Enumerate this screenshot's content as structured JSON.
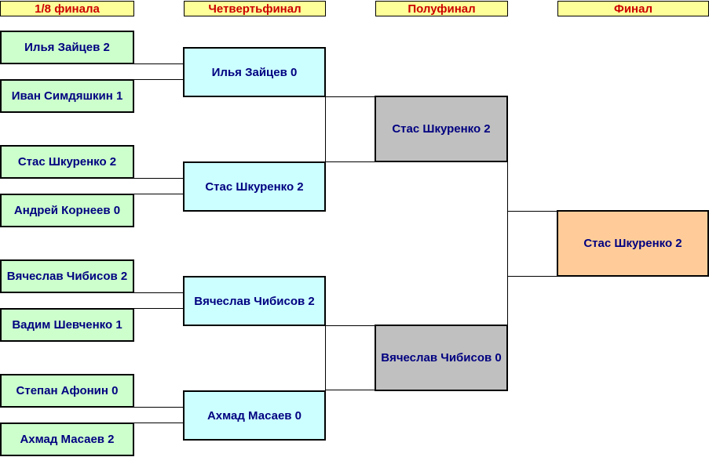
{
  "headers": {
    "round16": "1/8 финала",
    "quarterfinal": "Четвертьфинал",
    "semifinal": "Полуфинал",
    "final": "Финал"
  },
  "round16": [
    {
      "label": "Илья Зайцев 2"
    },
    {
      "label": "Иван Симдяшкин 1"
    },
    {
      "label": "Стас Шкуренко 2"
    },
    {
      "label": "Андрей Корнеев 0"
    },
    {
      "label": "Вячеслав Чибисов 2"
    },
    {
      "label": "Вадим Шевченко 1"
    },
    {
      "label": "Степан Афонин 0"
    },
    {
      "label": "Ахмад Масаев 2"
    }
  ],
  "quarterfinal": [
    {
      "label": "Илья Зайцев 0"
    },
    {
      "label": "Стас Шкуренко 2"
    },
    {
      "label": "Вячеслав Чибисов 2"
    },
    {
      "label": "Ахмад Масаев 0"
    }
  ],
  "semifinal": [
    {
      "label": "Стас Шкуренко 2"
    },
    {
      "label": "Вячеслав Чибисов 0"
    }
  ],
  "final": {
    "label": "Стас Шкуренко 2"
  },
  "colors": {
    "header_bg": "#ffff99",
    "header_text": "#cc0000",
    "round16_bg": "#ccffcc",
    "quarterfinal_bg": "#ccffff",
    "semifinal_bg": "#c0c0c0",
    "final_bg": "#ffcc99",
    "name_text": "#000080"
  }
}
